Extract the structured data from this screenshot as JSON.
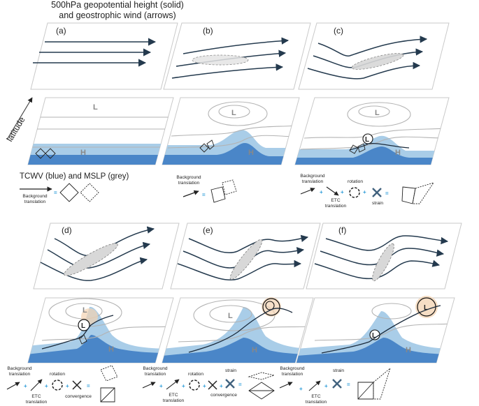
{
  "title": {
    "line1": "500hPa geopotential height (solid)",
    "line2": "and geostrophic wind (arrows)"
  },
  "panels": [
    "(a)",
    "(b)",
    "(c)",
    "(d)",
    "(e)",
    "(f)"
  ],
  "side": {
    "latitude": "latitude",
    "tcwv": "TCWV (blue) and MSLP (grey)"
  },
  "pressure": {
    "low": "L",
    "high": "H"
  },
  "terms": {
    "background": [
      "Background",
      "translation"
    ],
    "etc": [
      "ETC",
      "translation"
    ],
    "rotation": "rotation",
    "strain": "strain",
    "convergence": "convergence",
    "plus": "+",
    "equals": "="
  },
  "colors": {
    "tcwv_light": "#a9cde8",
    "tcwv_dark": "#4a86c8",
    "mslp": "#b3b3b3",
    "streamline": "#243a4e",
    "front": "#1b2b3c",
    "highlight": "#f0c090"
  }
}
